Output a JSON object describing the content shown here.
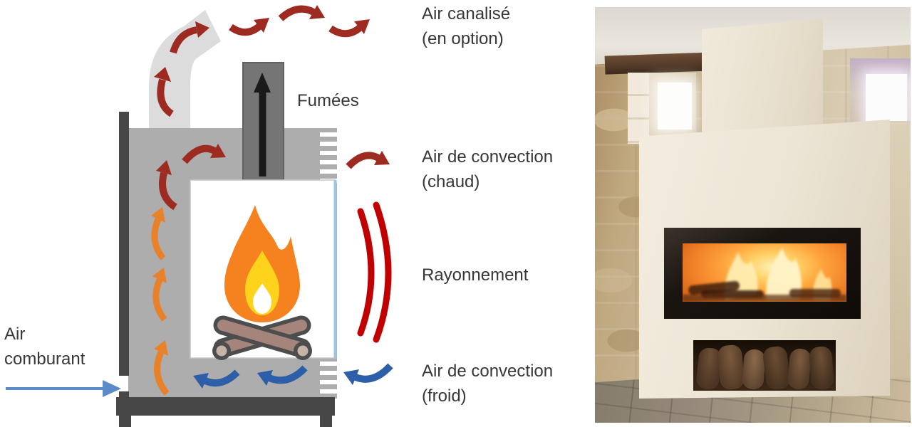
{
  "diagram": {
    "labels": {
      "air_canalise": {
        "line1": "Air canalisé",
        "line2": "(en option)"
      },
      "fumees": "Fumées",
      "convection_chaud": {
        "line1": "Air de convection",
        "line2": "(chaud)"
      },
      "rayonnement": "Rayonnement",
      "convection_froid": {
        "line1": "Air de convection",
        "line2": "(froid)"
      },
      "air_comburant": {
        "line1": "Air",
        "line2": "comburant"
      }
    },
    "colors": {
      "hot_air_arrow": "#9E2B22",
      "radiation": "#C00000",
      "cold_air_arrow": "#2D5FA8",
      "combustion_air_arrow": "#5B8BC9",
      "internal_convection_arrow": "#E8812A",
      "smoke_arrow": "#1A1A1A",
      "stove_body": "#ADADAD",
      "chimney": "#757575",
      "duct": "#DCDCDC",
      "frame": "#474747",
      "firebox": "#FFFFFF",
      "glass_edge": "#9DC3E6",
      "flame_outer": "#F6821F",
      "flame_inner": "#FFD21C",
      "flame_core": "#FFFFFF",
      "log_outline": "#4D4D4D",
      "log_fill": "#A5857B",
      "log_end": "#C6B4A6",
      "label_text": "#373737"
    }
  },
  "photo": {
    "colors": {
      "wall_beige": "#C9B38F",
      "ceiling": "#E4E0D8",
      "surround_cream": "#EDE6D7",
      "fire_glow": "#FF9C35",
      "beam_brown": "#5C4026",
      "floor_stone": "#A3977F",
      "window_light": "#FDFDFB",
      "niche_dark": "#2A1B10",
      "stored_log_brown": "#6B4E34"
    }
  }
}
